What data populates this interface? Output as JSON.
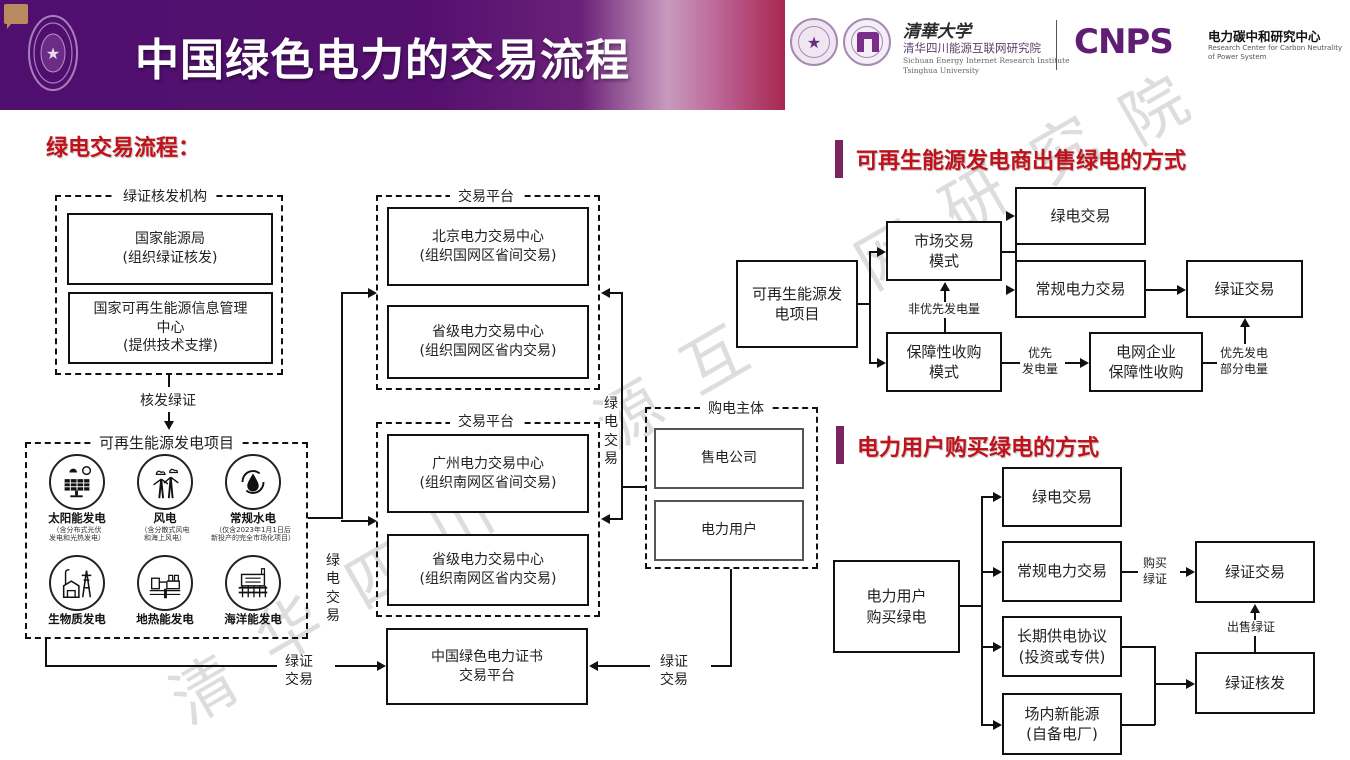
{
  "header": {
    "title": "中国绿色电力的交易流程",
    "institute_script": "清華大学",
    "institute_cn": "清华四川能源互联网研究院",
    "institute_en_line1": "Sichuan Energy Internet Research Institute",
    "institute_en_line2": "Tsinghua University",
    "cnps_logo": "CNPS",
    "cnps_cn": "电力碳中和研究中心",
    "cnps_en_line1": "Research Center for Carbon Neutrality",
    "cnps_en_line2": "of Power System",
    "colors": {
      "header_purple": "#55106f",
      "accent_red": "#c0121a",
      "bar_purple": "#7a2460"
    }
  },
  "watermark": [
    "清",
    "华",
    "四",
    "川",
    "能",
    "源",
    "互",
    "联",
    "网",
    "研",
    "究",
    "院"
  ],
  "left": {
    "section_title": "绿电交易流程：",
    "cert_group": {
      "label": "绿证核发机构",
      "boxes": [
        {
          "line1": "国家能源局",
          "line2": "(组织绿证核发)"
        },
        {
          "line1": "国家可再生能源信息管理",
          "line2": "中心",
          "line3": "(提供技术支撑)"
        }
      ]
    },
    "issue_label": "核发绿证",
    "project_group": {
      "label": "可再生能源发电项目",
      "items": [
        {
          "icon": "solar-panel-icon",
          "name": "太阳能发电",
          "note1": "（含分布式光伏",
          "note2": "发电和光热发电）"
        },
        {
          "icon": "wind-turbine-icon",
          "name": "风电",
          "note1": "（含分散式风电",
          "note2": "和海上风电）"
        },
        {
          "icon": "hydro-drop-icon",
          "name": "常规水电",
          "note1": "（仅含2023年1月1日后",
          "note2": "新投产的完全市场化项目）"
        },
        {
          "icon": "biomass-plant-icon",
          "name": "生物质发电",
          "note1": "",
          "note2": ""
        },
        {
          "icon": "geothermal-plant-icon",
          "name": "地热能发电",
          "note1": "",
          "note2": ""
        },
        {
          "icon": "ocean-platform-icon",
          "name": "海洋能发电",
          "note1": "",
          "note2": ""
        }
      ]
    },
    "platform_north": {
      "label": "交易平台",
      "boxes": [
        {
          "line1": "北京电力交易中心",
          "line2": "(组织国网区省间交易)"
        },
        {
          "line1": "省级电力交易中心",
          "line2": "(组织国网区省内交易)"
        }
      ]
    },
    "platform_south": {
      "label": "交易平台",
      "boxes": [
        {
          "line1": "广州电力交易中心",
          "line2": "(组织南网区省间交易)"
        },
        {
          "line1": "省级电力交易中心",
          "line2": "(组织南网区省内交易)"
        }
      ]
    },
    "buyer_group": {
      "label": "购电主体",
      "boxes": [
        "售电公司",
        "电力用户"
      ]
    },
    "cert_platform": {
      "line1": "中国绿色电力证书",
      "line2": "交易平台"
    },
    "green_trade_vertical_left": [
      "绿",
      "电",
      "交",
      "易"
    ],
    "green_trade_vertical_right": [
      "绿",
      "电",
      "交",
      "易"
    ],
    "cert_trade_left": {
      "line1": "绿证",
      "line2": "交易"
    },
    "cert_trade_right": {
      "line1": "绿证",
      "line2": "交易"
    }
  },
  "seller": {
    "section_title": "可再生能源发电商出售绿电的方式",
    "source": {
      "line1": "可再生能源发",
      "line2": "电项目"
    },
    "market_mode": {
      "line1": "市场交易",
      "line2": "模式"
    },
    "guarantee_mode": {
      "line1": "保障性收购",
      "line2": "模式"
    },
    "green_trade": "绿电交易",
    "regular_trade": "常规电力交易",
    "cert_trade": "绿证交易",
    "grid_purchase": {
      "line1": "电网企业",
      "line2": "保障性收购"
    },
    "non_priority_label": "非优先发电量",
    "priority_label": {
      "line1": "优先",
      "line2": "发电量"
    },
    "priority_part_label": {
      "line1": "优先发电",
      "line2": "部分电量"
    }
  },
  "buyer": {
    "section_title": "电力用户购买绿电的方式",
    "source": {
      "line1": "电力用户",
      "line2": "购买绿电"
    },
    "green_trade": "绿电交易",
    "regular_trade": "常规电力交易",
    "ppa": {
      "line1": "长期供电协议",
      "line2": "(投资或专供)"
    },
    "onsite": {
      "line1": "场内新能源",
      "line2": "(自备电厂)"
    },
    "cert_trade": "绿证交易",
    "cert_issue": "绿证核发",
    "buy_cert_label": {
      "line1": "购买",
      "line2": "绿证"
    },
    "sell_cert_label": "出售绿证"
  }
}
